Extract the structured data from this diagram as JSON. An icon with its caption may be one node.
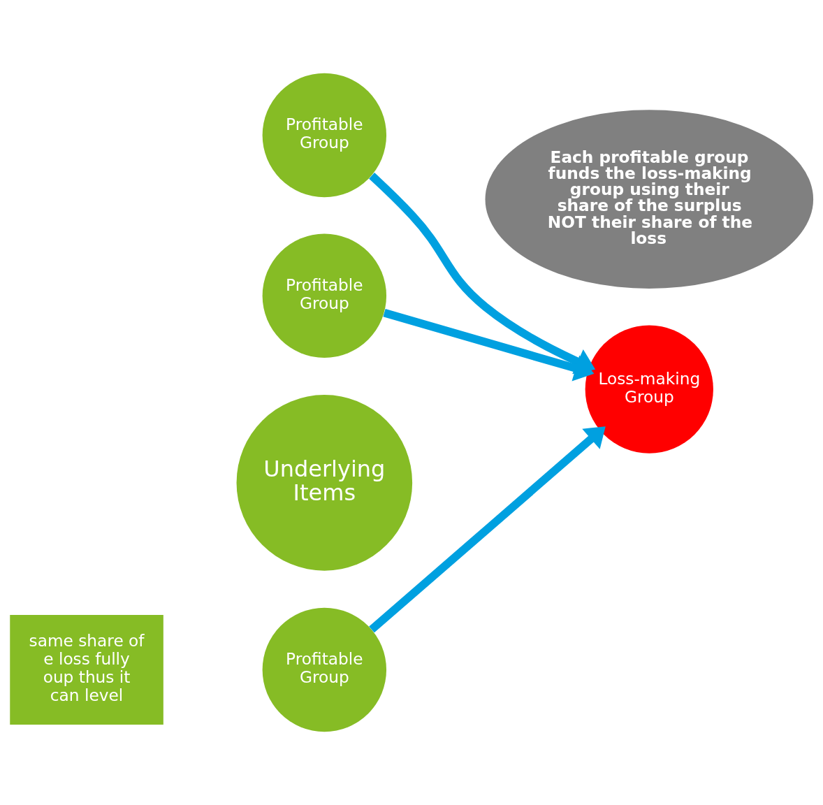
{
  "diagram": {
    "nodes": [
      {
        "text": [
          "Profitable Group"
        ]
      },
      {
        "text": [
          "Profitable Group"
        ]
      },
      {
        "text": [
          "Underlying Items"
        ]
      },
      {
        "text": [
          "Loss-making Group"
        ]
      },
      {
        "text": [
          "Profitable Group"
        ]
      },
      {
        "text": [
          "Each profitable group funds the loss-making group using their share of the surplus NOT their share of the loss"
        ]
      },
      {
        "text": [
          "same share of e loss fully",
          "oup thus it can level"
        ]
      }
    ],
    "edges": [
      {
        "from": 0,
        "to": 3,
        "arrow": "to"
      },
      {
        "from": 1,
        "to": 3,
        "arrow": "to"
      },
      {
        "from": 4,
        "to": 3,
        "arrow": "to"
      }
    ]
  }
}
